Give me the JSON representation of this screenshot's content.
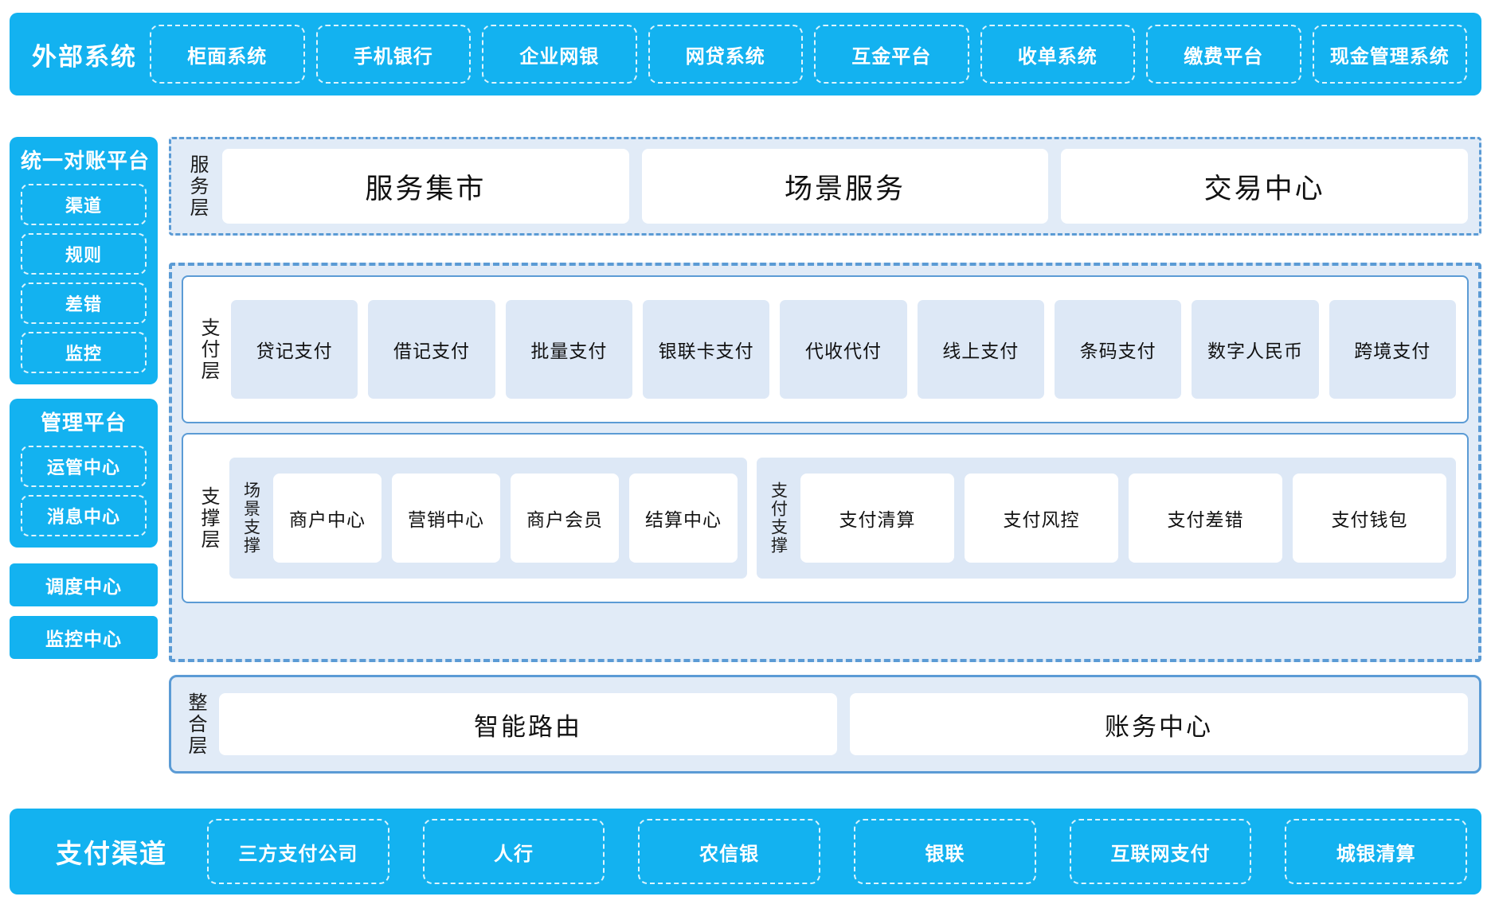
{
  "external_systems": {
    "title": "外部系统",
    "items": [
      "柜面系统",
      "手机银行",
      "企业网银",
      "网贷系统",
      "互金平台",
      "收单系统",
      "缴费平台",
      "现金管理系统"
    ]
  },
  "rail": {
    "reconciliation": {
      "title": "统一对账平台",
      "items": [
        "渠道",
        "规则",
        "差错",
        "监控"
      ]
    },
    "management": {
      "title": "管理平台",
      "items": [
        "运管中心",
        "消息中心"
      ]
    },
    "standalone": [
      "调度中心",
      "监控中心"
    ]
  },
  "service_layer": {
    "label": "服务层",
    "items": [
      "服务集市",
      "场景服务",
      "交易中心"
    ]
  },
  "payment_layer": {
    "label": "支付层",
    "items": [
      "贷记支付",
      "借记支付",
      "批量支付",
      "银联卡支付",
      "代收代付",
      "线上支付",
      "条码支付",
      "数字人民币",
      "跨境支付"
    ]
  },
  "support_layer": {
    "label": "支撑层",
    "groups": [
      {
        "label": "场景支撑",
        "items": [
          "商户中心",
          "营销中心",
          "商户会员",
          "结算中心"
        ]
      },
      {
        "label": "支付支撑",
        "items": [
          "支付清算",
          "支付风控",
          "支付差错",
          "支付钱包"
        ]
      }
    ]
  },
  "integration_layer": {
    "label": "整合层",
    "items": [
      "智能路由",
      "账务中心"
    ]
  },
  "payment_channels": {
    "title": "支付渠道",
    "items": [
      "三方支付公司",
      "人行",
      "农信银",
      "银联",
      "互联网支付",
      "城银清算"
    ]
  },
  "colors": {
    "brand_blue": "#13b2f0",
    "border_blue": "#5b9bd5",
    "panel_blue": "#e1ebf7",
    "card_blue": "#dde8f6",
    "white": "#ffffff"
  }
}
